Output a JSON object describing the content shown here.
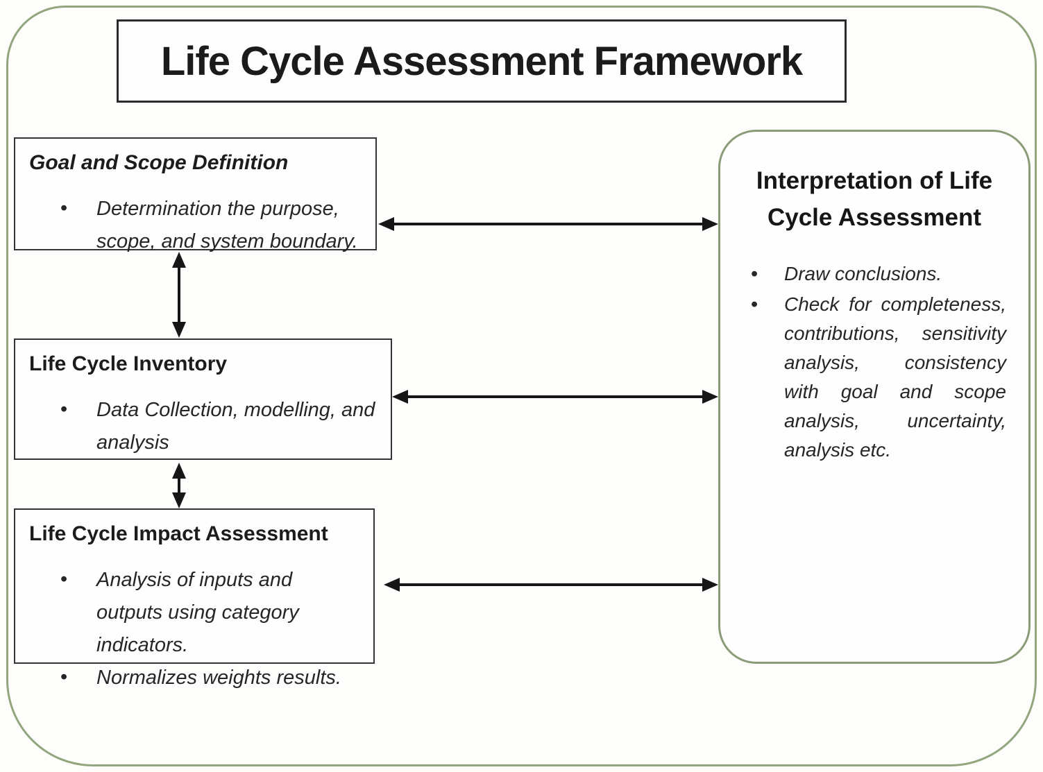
{
  "title": "Life Cycle Assessment Framework",
  "boxes": [
    {
      "id": "goal-scope",
      "heading": "Goal and Scope Definition",
      "bullets": [
        "Determination the purpose, scope, and system boundary."
      ]
    },
    {
      "id": "inventory",
      "heading": "Life Cycle Inventory",
      "bullets": [
        "Data Collection, modelling, and analysis"
      ]
    },
    {
      "id": "impact-assessment",
      "heading": "Life Cycle Impact Assessment",
      "bullets": [
        "Analysis of inputs and outputs using category indicators.",
        "Normalizes weights results."
      ]
    }
  ],
  "interpretation": {
    "heading": "Interpretation of Life Cycle Assessment",
    "bullets": [
      "Draw conclusions.",
      "Check for completeness, contributions, sensitivity analysis, consistency with goal and scope analysis, uncertainty, analysis etc."
    ]
  },
  "bullet_glyph": "•",
  "colors": {
    "outer_frame_border": "#92a67e",
    "panel_border": "#8a9c77",
    "box_border": "#333333",
    "title_border": "#2b2b2b",
    "text": "#1f1f1f",
    "arrow": "#161616",
    "background": "#fdfdfc"
  }
}
